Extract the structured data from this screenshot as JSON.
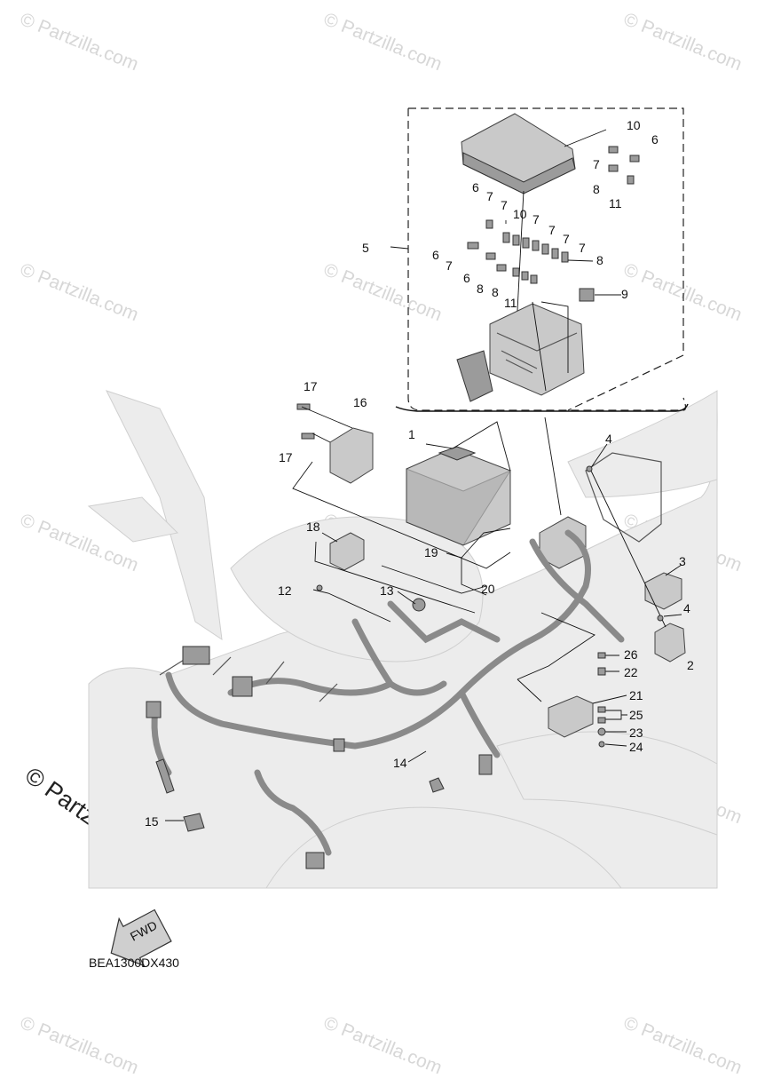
{
  "diagram": {
    "code": "BEA1300DX430",
    "fwd_label": "FWD",
    "watermark_text": "© Partzilla.com",
    "watermark_big": "© Partzilla.com",
    "callouts": {
      "c1": "1",
      "c2": "2",
      "c3": "3",
      "c4a": "4",
      "c4b": "4",
      "c5": "5",
      "c6a": "6",
      "c6b": "6",
      "c6c": "6",
      "c6d": "6",
      "c7a": "7",
      "c7b": "7",
      "c7c": "7",
      "c7d": "7",
      "c7e": "7",
      "c7f": "7",
      "c7g": "7",
      "c8a": "8",
      "c8b": "8",
      "c8c": "8",
      "c8d": "8",
      "c9": "9",
      "c10a": "10",
      "c10b": "10",
      "c11a": "11",
      "c11b": "11",
      "c12": "12",
      "c13": "13",
      "c14": "14",
      "c15": "15",
      "c16": "16",
      "c17a": "17",
      "c17b": "17",
      "c18": "18",
      "c19": "19",
      "c20": "20",
      "c21": "21",
      "c22": "22",
      "c23": "23",
      "c24": "24",
      "c25": "25",
      "c26": "26"
    }
  },
  "colors": {
    "line": "#111111",
    "part": "#c9c9c9",
    "ghost": "#ececec",
    "watermark": "#d7d7d7"
  }
}
